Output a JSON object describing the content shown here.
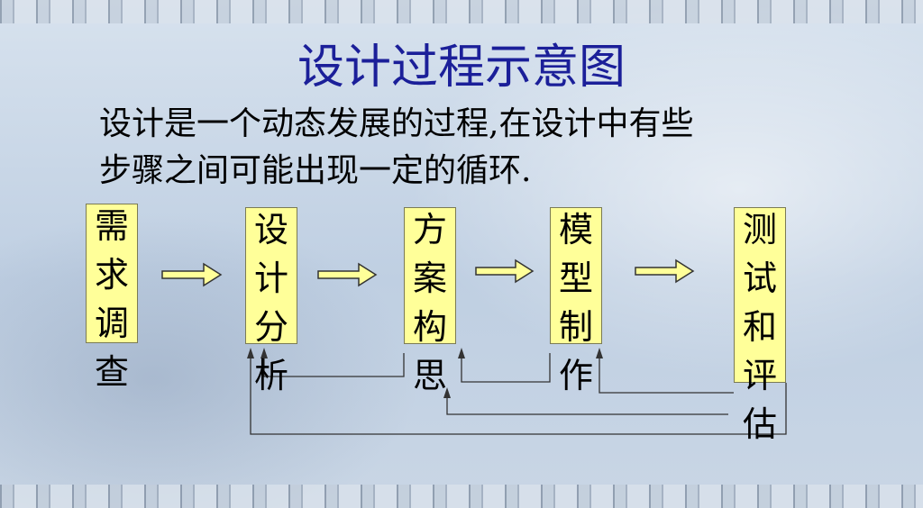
{
  "slide": {
    "title": "设计过程示意图",
    "paragraph_lines": [
      "设计是一个动态发展的过程,在设计中有些",
      "步骤之间可能出现一定的循环."
    ]
  },
  "steps": [
    {
      "id": "requirements",
      "label": "需求调查"
    },
    {
      "id": "design-analysis",
      "label": "设计分析"
    },
    {
      "id": "solution-concept",
      "label": "方案构思"
    },
    {
      "id": "model-making",
      "label": "模型制作"
    },
    {
      "id": "test-evaluate",
      "label": "测试和评估"
    }
  ],
  "colors": {
    "title": "#1b1f99",
    "box_fill": "#ffff99",
    "arrow_fill": "#ffff99",
    "line": "#333333"
  }
}
